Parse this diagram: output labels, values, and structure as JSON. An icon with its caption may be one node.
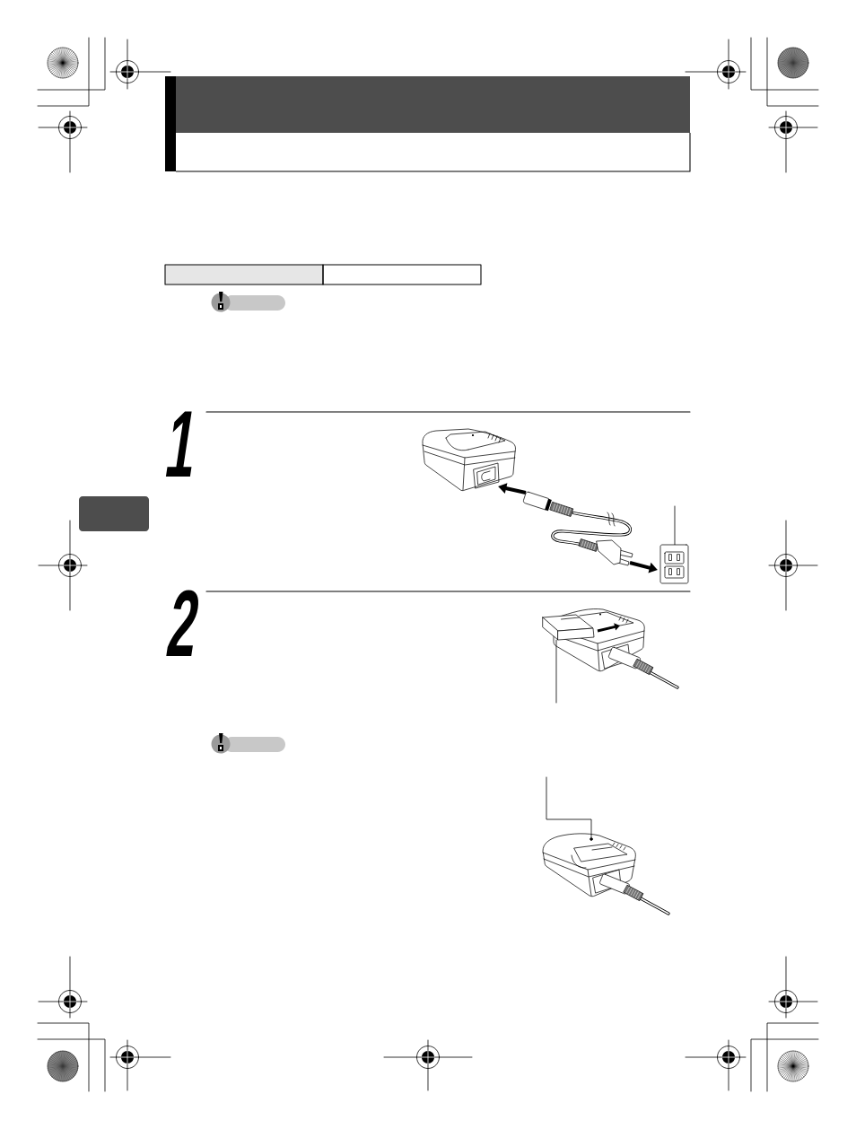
{
  "diagram": {
    "nodes": [
      {
        "text": [],
        "shape": "box"
      },
      {
        "text": [],
        "shape": "box"
      },
      {
        "text": [],
        "shape": "picture"
      },
      {
        "text": [],
        "shape": "picture"
      },
      {
        "text": [],
        "shape": "circle"
      }
    ],
    "edges": [
      {
        "from": null,
        "to": 2,
        "arrow": "none"
      },
      {
        "from": null,
        "to": 3,
        "arrow": "none"
      },
      {
        "from": null,
        "to": 4,
        "arrow": "none"
      }
    ],
    "labels": [
      "1",
      "2"
    ]
  }
}
